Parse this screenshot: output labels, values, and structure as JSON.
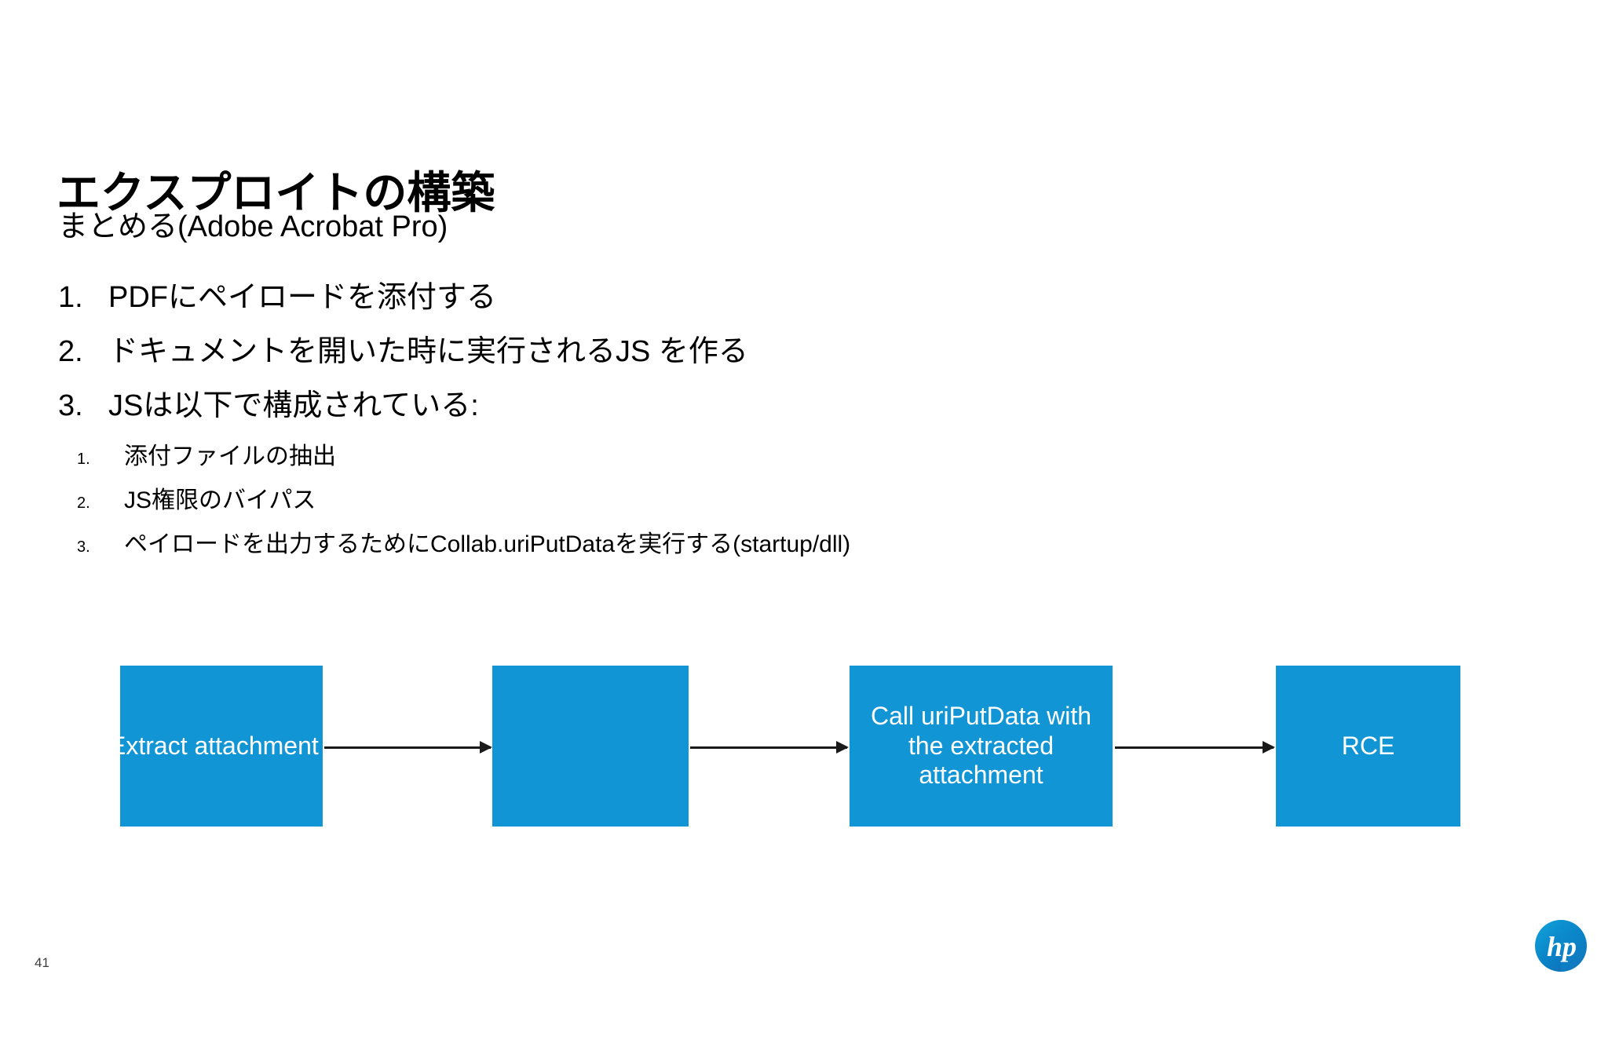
{
  "slide": {
    "title": "エクスプロイトの構築",
    "subtitle": "まとめる(Adobe Acrobat Pro)",
    "page_number": "41",
    "background_color": "#ffffff",
    "accent_color": "#1295d4",
    "logo_name": "hp"
  },
  "bullets": [
    {
      "number": "1.",
      "text": "PDFにペイロードを添付する",
      "children": []
    },
    {
      "number": "2.",
      "text": "ドキュメントを開いた時に実行されるJS を作る",
      "children": []
    },
    {
      "number": "3.",
      "text": "JSは以下で構成されている:",
      "children": [
        {
          "number": "1.",
          "text": "添付ファイルの抽出"
        },
        {
          "number": "2.",
          "text": "JS権限のバイパス"
        },
        {
          "number": "3.",
          "text": "ペイロードを出力するためにCollab.uriPutDataを実行する(startup/dll)"
        }
      ]
    }
  ],
  "diagram": {
    "type": "flow",
    "orientation": "left-to-right",
    "node_fill": "#1295d4",
    "node_text_color": "#ffffff",
    "arrow_color": "#1a1a1a",
    "nodes": [
      {
        "id": "node-1",
        "label": "Extract attachment",
        "clipped": true
      },
      {
        "id": "node-2",
        "label": "",
        "clipped": false
      },
      {
        "id": "node-3",
        "label": "Call uriPutData with the extracted attachment",
        "clipped": false
      },
      {
        "id": "node-4",
        "label": "RCE",
        "clipped": false
      }
    ],
    "arrows": [
      {
        "id": "arrow-1",
        "from": "node-1",
        "to": "node-2"
      },
      {
        "id": "arrow-2",
        "from": "node-2",
        "to": "node-3"
      },
      {
        "id": "arrow-3",
        "from": "node-3",
        "to": "node-4"
      }
    ]
  }
}
